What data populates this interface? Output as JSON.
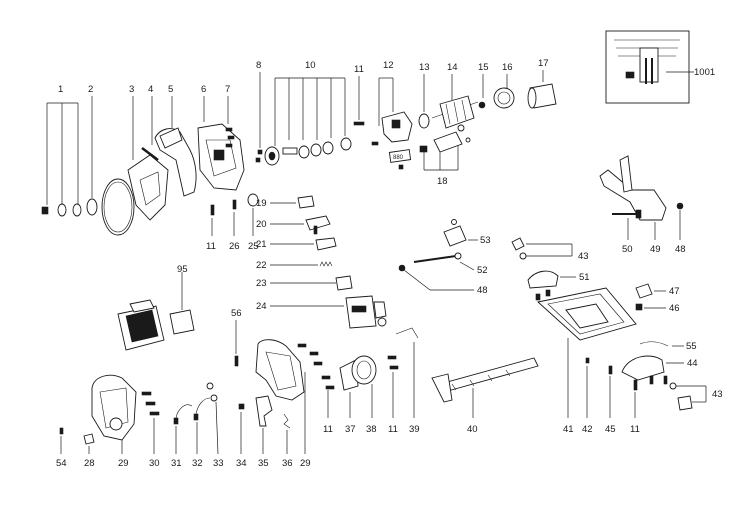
{
  "labels": {
    "p1": "1",
    "p2": "2",
    "p3": "3",
    "p4": "4",
    "p5": "5",
    "p6": "6",
    "p7": "7",
    "p8": "8",
    "p10": "10",
    "p11a": "11",
    "p12": "12",
    "p13": "13",
    "p14": "14",
    "p15": "15",
    "p16": "16",
    "p17": "17",
    "p1001": "1001",
    "p11b": "11",
    "p26": "26",
    "p25": "25",
    "p18": "18",
    "p19": "19",
    "p20": "20",
    "p21": "21",
    "p22": "22",
    "p23": "23",
    "p24": "24",
    "p53": "53",
    "p52": "52",
    "p48a": "48",
    "p43a": "43",
    "p51": "51",
    "p50": "50",
    "p49": "49",
    "p48b": "48",
    "p47": "47",
    "p46": "46",
    "p55": "55",
    "p44": "44",
    "p43b": "43",
    "p95": "95",
    "p56": "56",
    "p39": "39",
    "p40": "40",
    "p41": "41",
    "p42": "42",
    "p45": "45",
    "p11e": "11",
    "p54": "54",
    "p28": "28",
    "p29a": "29",
    "p30": "30",
    "p31": "31",
    "p32": "32",
    "p33": "33",
    "p34": "34",
    "p35": "35",
    "p36": "36",
    "p29b": "29",
    "p11c": "11",
    "p37": "37",
    "p38": "38",
    "p11d": "11"
  },
  "battery_label": "880"
}
